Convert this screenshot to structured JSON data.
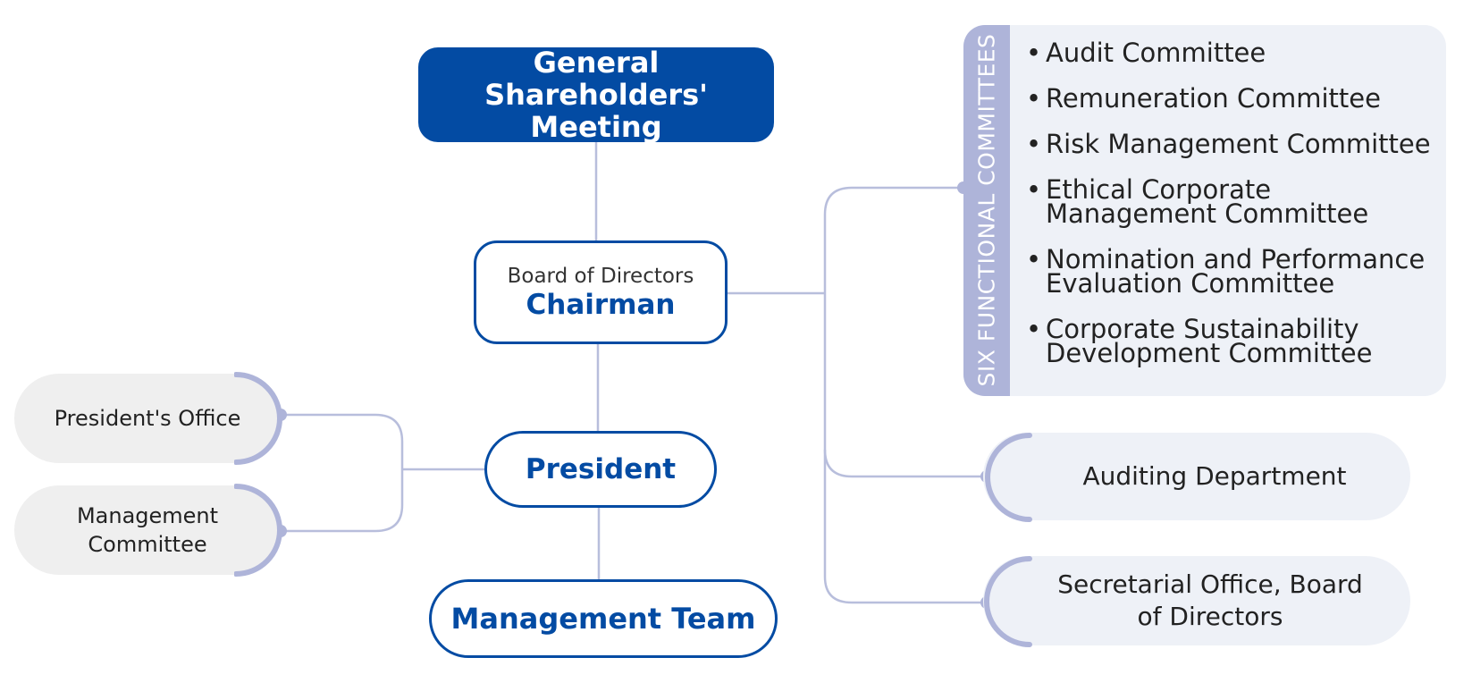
{
  "top": {
    "label": "General Shareholders' Meeting"
  },
  "board": {
    "subtitle": "Board of Directors",
    "title": "Chairman"
  },
  "president": {
    "label": "President"
  },
  "management_team": {
    "label": "Management Team"
  },
  "left_units": [
    {
      "label": "President's Office"
    },
    {
      "label": "Management Committee"
    }
  ],
  "committees": {
    "header": "SIX FUNCTIONAL COMMITTEES",
    "bullet": "•",
    "items": [
      {
        "label": "Audit Committee"
      },
      {
        "label": "Remuneration Committee"
      },
      {
        "label": "Risk Management Committee"
      },
      {
        "label": "Ethical Corporate Management Committee"
      },
      {
        "label": "Nomination and Performance Evaluation Committee"
      },
      {
        "label": "Corporate Sustainability Development Committee"
      }
    ]
  },
  "right_units": [
    {
      "label": "Auditing Department"
    },
    {
      "label": "Secretarial Office, Board of Directors"
    }
  ],
  "colors": {
    "primary": "#034ba3",
    "connector": "#b8bedc",
    "accent": "#aeb4d9",
    "left_pill_bg": "#efefef",
    "right_pill_bg": "#eef1f7"
  }
}
